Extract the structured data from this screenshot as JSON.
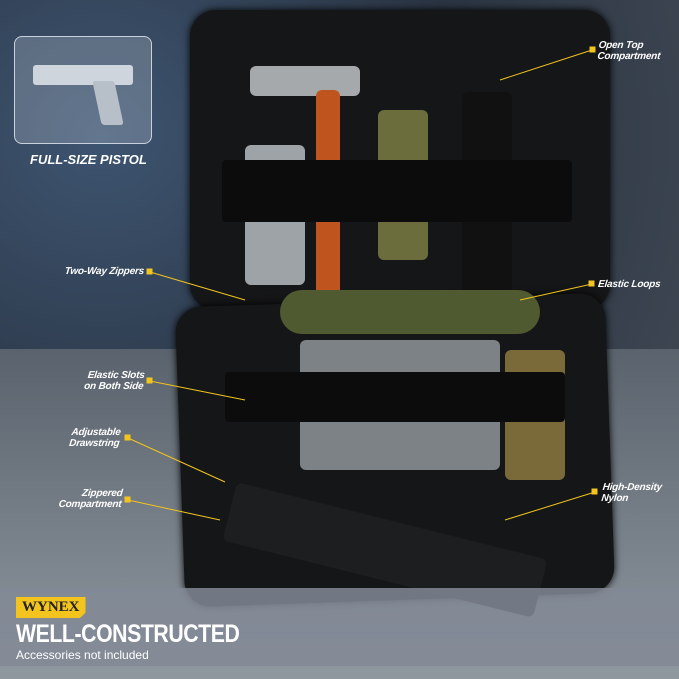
{
  "brand": "WYNEX",
  "headline": "WELL-CONSTRUCTED",
  "subtext": "Accessories not included",
  "pistol_caption": "FULL-SIZE PISTOL",
  "callouts": {
    "open_top": [
      "Open Top",
      "Compartment"
    ],
    "two_way": "Two-Way Zippers",
    "elastic_loops": "Elastic Loops",
    "elastic_slots": [
      "Elastic Slots",
      "on Both Side"
    ],
    "drawstring": [
      "Adjustable",
      "Drawstring"
    ],
    "zippered": [
      "Zippered",
      "Compartment"
    ],
    "nylon": [
      "High-Density",
      "Nylon"
    ]
  },
  "colors": {
    "accent": "#f2c41d",
    "bag": "#151617"
  }
}
